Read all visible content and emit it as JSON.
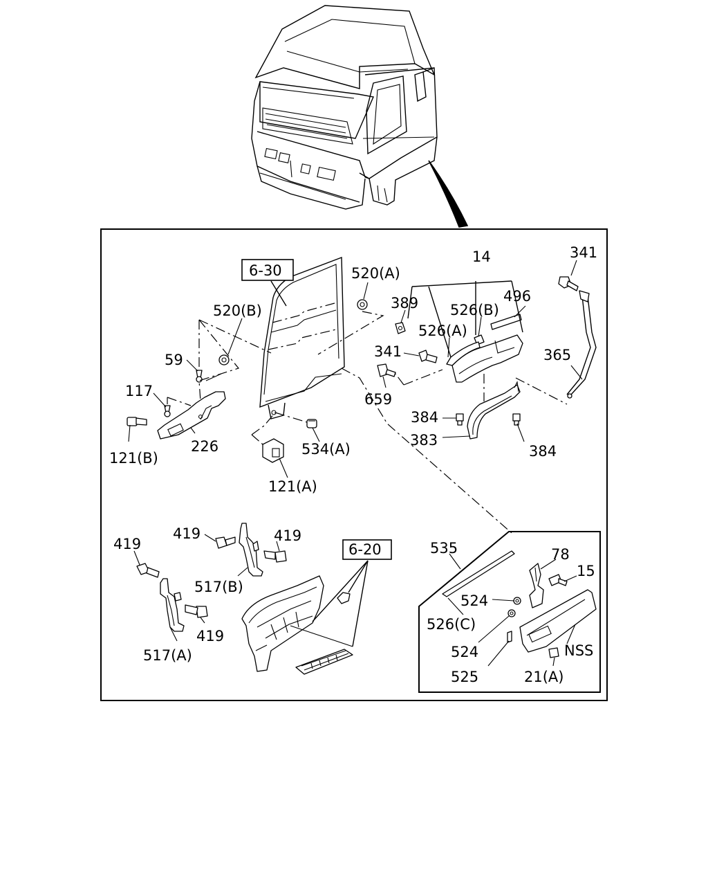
{
  "refs": {
    "r630": "6-30",
    "r620": "6-20"
  },
  "labels": {
    "l14": "14",
    "l341a": "341",
    "l520a": "520(A)",
    "l389": "389",
    "l526b": "526(B)",
    "l496": "496",
    "l520b": "520(B)",
    "l526a": "526(A)",
    "l341b": "341",
    "l365": "365",
    "l59": "59",
    "l659": "659",
    "l117": "117",
    "l384a": "384",
    "l383": "383",
    "l384b": "384",
    "l226": "226",
    "l121b": "121(B)",
    "l534a": "534(A)",
    "l121a": "121(A)",
    "l419a": "419",
    "l419b": "419",
    "l419c": "419",
    "l419d": "419",
    "l517b": "517(B)",
    "l517a": "517(A)",
    "l535": "535",
    "l78": "78",
    "l15": "15",
    "l524a": "524",
    "l526c": "526(C)",
    "l524b": "524",
    "lnss": "NSS",
    "l525": "525",
    "l21a": "21(A)"
  }
}
